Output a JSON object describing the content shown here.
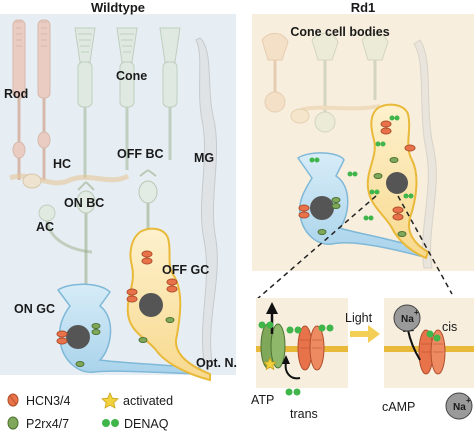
{
  "panels": {
    "wildtype": {
      "title": "Wildtype"
    },
    "rd1": {
      "title": "Rd1",
      "subtitle": "Cone cell bodies"
    }
  },
  "cell_labels": {
    "rod": "Rod",
    "cone": "Cone",
    "hc": "HC",
    "on_bc": "ON BC",
    "off_bc": "OFF BC",
    "mg": "MG",
    "ac": "AC",
    "on_gc": "ON GC",
    "off_gc": "OFF GC",
    "opt_n": "Opt. N."
  },
  "mechanism": {
    "light": "Light",
    "atp": "ATP",
    "trans": "trans",
    "camp": "cAMP",
    "cis": "cis",
    "na_sup": "+",
    "na": "Na"
  },
  "legend": {
    "items": [
      {
        "label": "HCN3/4",
        "icon": "hcn-channel-icon",
        "color": "#e8724a"
      },
      {
        "label": "P2rx4/7",
        "icon": "p2rx-channel-icon",
        "color": "#7fa85a"
      },
      {
        "label": "activated",
        "icon": "star-icon",
        "color": "#f2d23c"
      },
      {
        "label": "DENAQ",
        "icon": "denaq-molecule-icon",
        "color": "#3fb54a"
      }
    ]
  },
  "colors": {
    "wildtype_bg": "#e6eef4",
    "rd1_bg": "#f7eedd",
    "membrane": "#e9b93a",
    "on_gc": "#b9dcee",
    "off_gc": "#fbe3a8",
    "hcn": "#e8724a",
    "p2rx": "#7fa85a",
    "denaq": "#3fb54a",
    "arrow": "#f3cf56"
  }
}
